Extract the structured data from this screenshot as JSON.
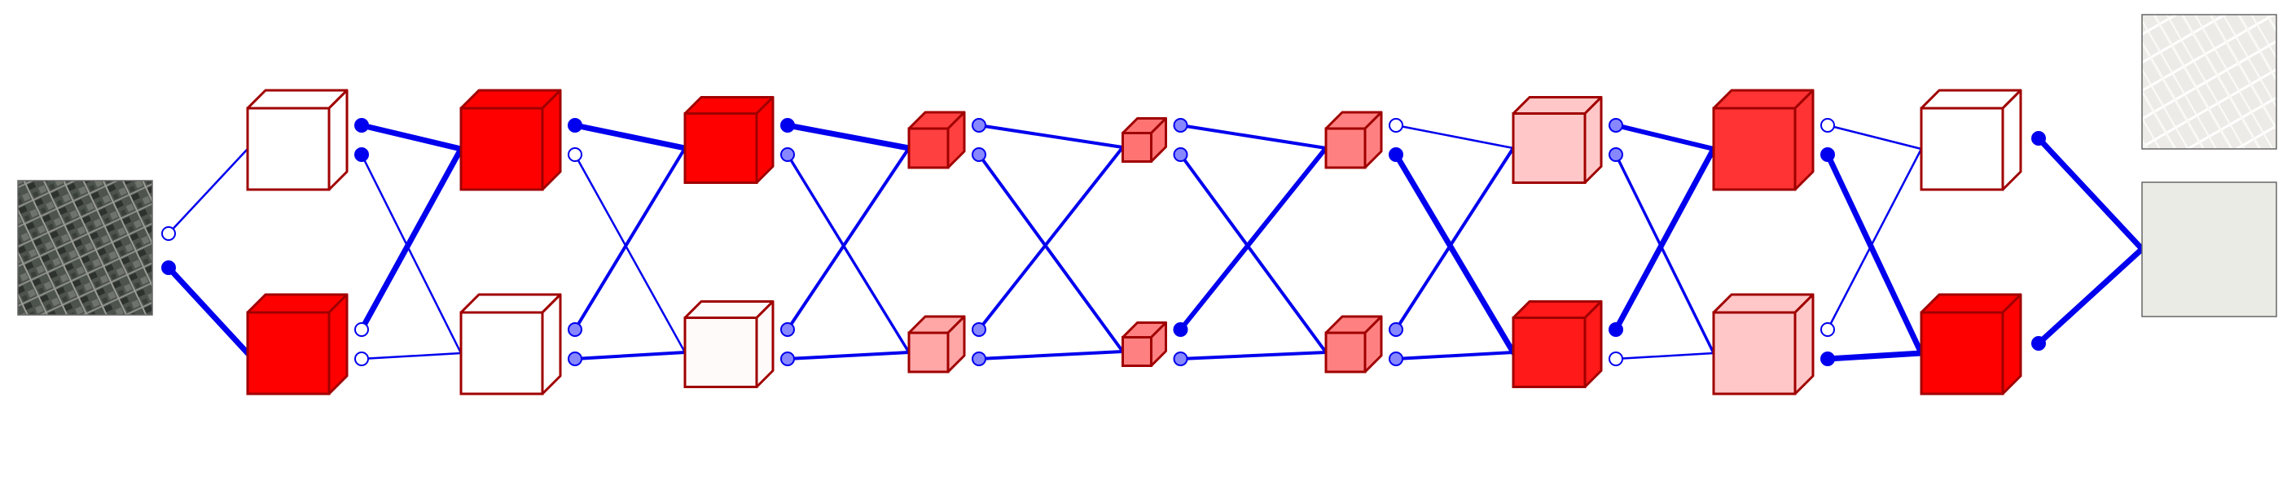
{
  "diagram": {
    "description_text": "",
    "colors": {
      "edge": "#0000ee",
      "cube_stroke": "#a00000",
      "node_empty": "#ffffff",
      "node_full": "#0000ee",
      "background": "#ffffff",
      "satellite": "#555b55",
      "road_map": "#ecebe7",
      "blank_map": "#ebebe6"
    },
    "images": [
      {
        "name": "input-satellite-image",
        "kind": "satellite-photo"
      },
      {
        "name": "output-road-map-image",
        "kind": "road-map"
      },
      {
        "name": "output-blank-map-image",
        "kind": "blank-map"
      }
    ],
    "columns": [
      {
        "top": {
          "fill": 0.0,
          "size": "large"
        },
        "bottom": {
          "fill": 1.0,
          "size": "large"
        }
      },
      {
        "top": {
          "fill": 1.0,
          "size": "large"
        },
        "bottom": {
          "fill": 0.0,
          "size": "large"
        }
      },
      {
        "top": {
          "fill": 1.0,
          "size": "medium"
        },
        "bottom": {
          "fill": 0.02,
          "size": "medium"
        }
      },
      {
        "top": {
          "fill": 0.75,
          "size": "small"
        },
        "bottom": {
          "fill": 0.35,
          "size": "small"
        }
      },
      {
        "top": {
          "fill": 0.55,
          "size": "thin"
        },
        "bottom": {
          "fill": 0.5,
          "size": "thin"
        }
      },
      {
        "top": {
          "fill": 0.5,
          "size": "small"
        },
        "bottom": {
          "fill": 0.5,
          "size": "small"
        }
      },
      {
        "top": {
          "fill": 0.22,
          "size": "medium"
        },
        "bottom": {
          "fill": 0.9,
          "size": "medium"
        }
      },
      {
        "top": {
          "fill": 0.8,
          "size": "large"
        },
        "bottom": {
          "fill": 0.22,
          "size": "large"
        }
      },
      {
        "top": {
          "fill": 0.0,
          "size": "large"
        },
        "bottom": {
          "fill": 1.0,
          "size": "large"
        }
      }
    ],
    "switches": [
      {
        "nodes": [
          0.0,
          1.0
        ],
        "edges": [
          {
            "from": "top",
            "to": "top",
            "weight": 0.25
          },
          {
            "from": "bottom",
            "to": "bottom",
            "weight": 1.0
          }
        ]
      },
      {
        "nodes": [
          1.0,
          1.0,
          0.0,
          0.0
        ],
        "edges": [
          {
            "from": "top",
            "to": "top",
            "weight": 1.0
          },
          {
            "from": "top",
            "to": "bottom",
            "weight": 0.25
          },
          {
            "from": "bottom",
            "to": "top",
            "weight": 1.0
          },
          {
            "from": "bottom",
            "to": "bottom",
            "weight": 0.25
          }
        ]
      },
      {
        "nodes": [
          1.0,
          0.0,
          0.5,
          0.5
        ],
        "edges": [
          {
            "from": "top",
            "to": "top",
            "weight": 1.0
          },
          {
            "from": "top",
            "to": "bottom",
            "weight": 0.25
          },
          {
            "from": "bottom",
            "to": "top",
            "weight": 0.5
          },
          {
            "from": "bottom",
            "to": "bottom",
            "weight": 0.5
          }
        ]
      },
      {
        "nodes": [
          1.0,
          0.5,
          0.5,
          0.5
        ],
        "edges": [
          {
            "from": "top",
            "to": "top",
            "weight": 1.0
          },
          {
            "from": "top",
            "to": "bottom",
            "weight": 0.4
          },
          {
            "from": "bottom",
            "to": "top",
            "weight": 0.5
          },
          {
            "from": "bottom",
            "to": "bottom",
            "weight": 0.5
          }
        ]
      },
      {
        "nodes": [
          0.5,
          0.5,
          0.5,
          0.5
        ],
        "edges": [
          {
            "from": "top",
            "to": "top",
            "weight": 0.5
          },
          {
            "from": "top",
            "to": "bottom",
            "weight": 0.5
          },
          {
            "from": "bottom",
            "to": "top",
            "weight": 0.5
          },
          {
            "from": "bottom",
            "to": "bottom",
            "weight": 0.5
          }
        ]
      },
      {
        "nodes": [
          0.5,
          0.5,
          1.0,
          0.5
        ],
        "edges": [
          {
            "from": "top",
            "to": "top",
            "weight": 0.5
          },
          {
            "from": "top",
            "to": "bottom",
            "weight": 0.5
          },
          {
            "from": "bottom",
            "to": "top",
            "weight": 0.8
          },
          {
            "from": "bottom",
            "to": "bottom",
            "weight": 0.5
          }
        ]
      },
      {
        "nodes": [
          0.0,
          1.0,
          0.5,
          0.5
        ],
        "edges": [
          {
            "from": "top",
            "to": "top",
            "weight": 0.25
          },
          {
            "from": "top",
            "to": "bottom",
            "weight": 1.0
          },
          {
            "from": "bottom",
            "to": "top",
            "weight": 0.5
          },
          {
            "from": "bottom",
            "to": "bottom",
            "weight": 0.5
          }
        ]
      },
      {
        "nodes": [
          0.5,
          0.5,
          1.0,
          0.0
        ],
        "edges": [
          {
            "from": "top",
            "to": "top",
            "weight": 0.8
          },
          {
            "from": "top",
            "to": "bottom",
            "weight": 0.4
          },
          {
            "from": "bottom",
            "to": "top",
            "weight": 1.0
          },
          {
            "from": "bottom",
            "to": "bottom",
            "weight": 0.25
          }
        ]
      },
      {
        "nodes": [
          0.0,
          1.0,
          0.0,
          1.0
        ],
        "edges": [
          {
            "from": "top",
            "to": "top",
            "weight": 0.25
          },
          {
            "from": "top",
            "to": "bottom",
            "weight": 1.0
          },
          {
            "from": "bottom",
            "to": "top",
            "weight": 0.25
          },
          {
            "from": "bottom",
            "to": "bottom",
            "weight": 1.0
          }
        ]
      },
      {
        "nodes": [
          1.0,
          1.0
        ],
        "edges": [
          {
            "from": "top",
            "to": "output",
            "weight": 1.0
          },
          {
            "from": "bottom",
            "to": "output",
            "weight": 1.0
          }
        ]
      }
    ]
  }
}
